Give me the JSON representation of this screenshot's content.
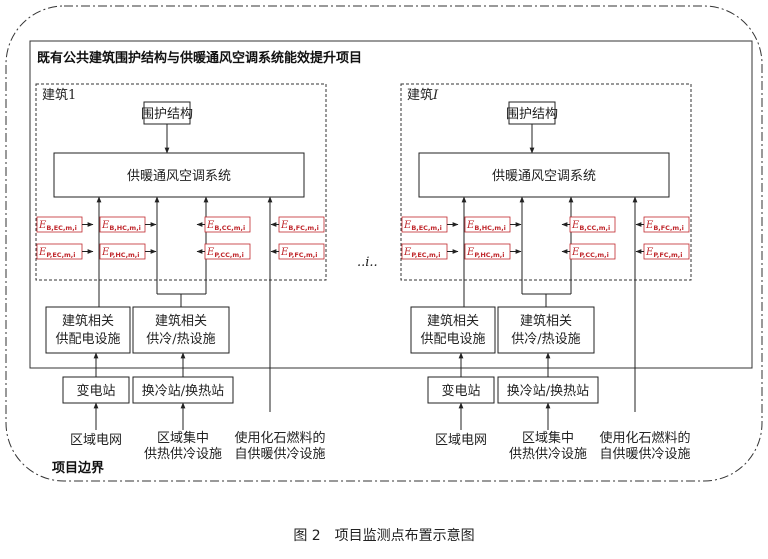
{
  "caption": "图 2　项目监测点布置示意图",
  "project_title": "既有公共建筑围护结构与供暖通风空调系统能效提升项目",
  "project_boundary_label": "项目边界",
  "ellipsis": "..i..",
  "colors": {
    "line": "#222222",
    "tag": "#c0282d",
    "background": "#ffffff"
  },
  "buildings": [
    {
      "title_prefix": "建筑",
      "title_index": "1",
      "envelope": "围护结构",
      "hvac": "供暖通风空调系统",
      "power_facility": [
        "建筑相关",
        "供配电设施"
      ],
      "heat_cool_facility": [
        "建筑相关",
        "供冷/热设施"
      ],
      "substation": "变电站",
      "exchange_station": "换冷站/换热站",
      "grid": "区域电网",
      "central": [
        "区域集中",
        "供热供冷设施"
      ],
      "fossil": [
        "使用化石燃料的",
        "自供暖供冷设施"
      ],
      "tags": [
        {
          "main": "E",
          "sub": "B,EC,m,i"
        },
        {
          "main": "E",
          "sub": "B,HC,m,i"
        },
        {
          "main": "E",
          "sub": "B,CC,m,i"
        },
        {
          "main": "E",
          "sub": "B,FC,m,i"
        },
        {
          "main": "E",
          "sub": "P,EC,m,i"
        },
        {
          "main": "E",
          "sub": "P,HC,m,i"
        },
        {
          "main": "E",
          "sub": "P,CC,m,i"
        },
        {
          "main": "E",
          "sub": "P,FC,m,i"
        }
      ]
    },
    {
      "title_prefix": "建筑",
      "title_index": "I",
      "envelope": "围护结构",
      "hvac": "供暖通风空调系统",
      "power_facility": [
        "建筑相关",
        "供配电设施"
      ],
      "heat_cool_facility": [
        "建筑相关",
        "供冷/热设施"
      ],
      "substation": "变电站",
      "exchange_station": "换冷站/换热站",
      "grid": "区域电网",
      "central": [
        "区域集中",
        "供热供冷设施"
      ],
      "fossil": [
        "使用化石燃料的",
        "自供暖供冷设施"
      ],
      "tags": [
        {
          "main": "E",
          "sub": "B,EC,m,i"
        },
        {
          "main": "E",
          "sub": "B,HC,m,i"
        },
        {
          "main": "E",
          "sub": "B,CC,m,i"
        },
        {
          "main": "E",
          "sub": "B,FC,m,i"
        },
        {
          "main": "E",
          "sub": "P,EC,m,i"
        },
        {
          "main": "E",
          "sub": "P,HC,m,i"
        },
        {
          "main": "E",
          "sub": "P,CC,m,i"
        },
        {
          "main": "E",
          "sub": "P,FC,m,i"
        }
      ]
    }
  ]
}
